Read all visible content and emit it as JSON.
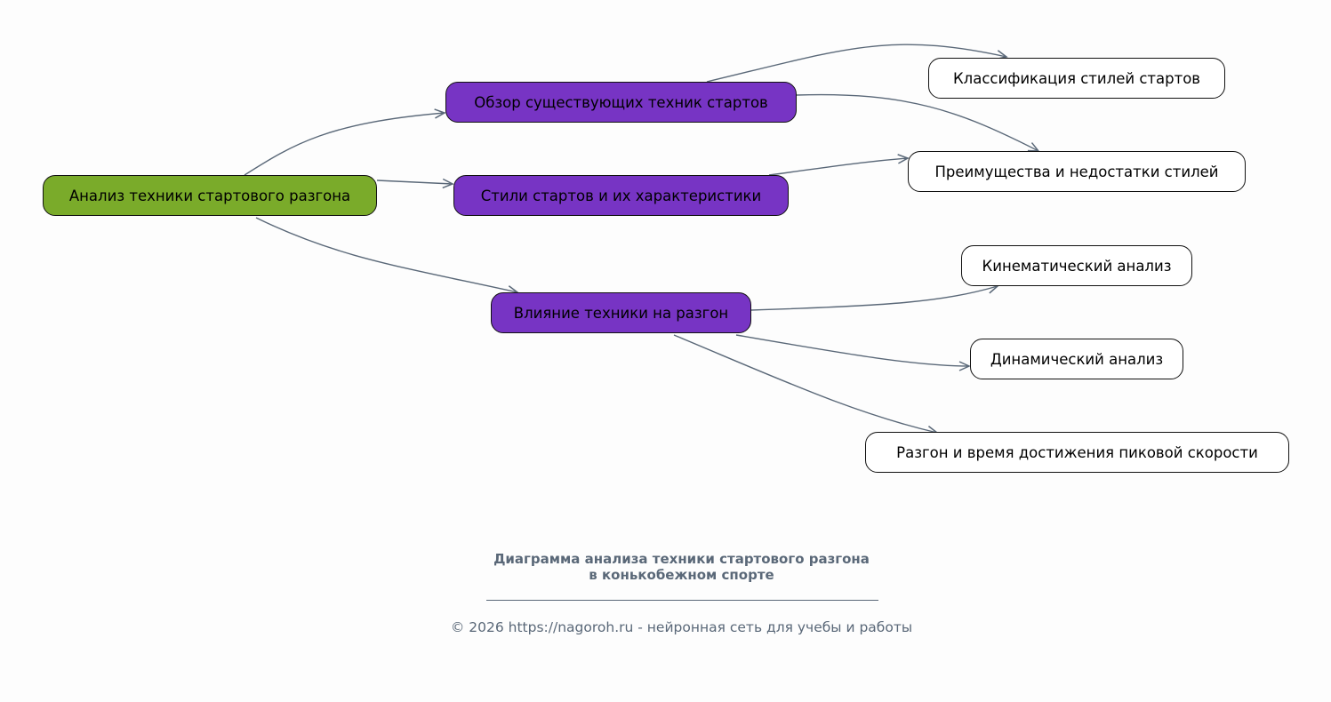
{
  "nodes": {
    "root": "Анализ техники стартового разгона",
    "overview": "Обзор существующих техник стартов",
    "styles": "Стили стартов и их характеристики",
    "influence": "Влияние техники на разгон",
    "classification": "Классификация стилей стартов",
    "pros_cons": "Преимущества и недостатки стилей",
    "kinematic": "Кинематический анализ",
    "dynamic": "Динамический анализ",
    "peak": "Разгон и время достижения пиковой скорости"
  },
  "colors": {
    "root": "#7aab2a",
    "mid": "#7734c4",
    "edge": "#5a6878"
  },
  "footer": {
    "title_line1": "Диаграмма анализа техники стартового разгона",
    "title_line2": "в конькобежном спорте",
    "copyright": "© 2026 https://nagoroh.ru - нейронная сеть для учебы и работы"
  }
}
